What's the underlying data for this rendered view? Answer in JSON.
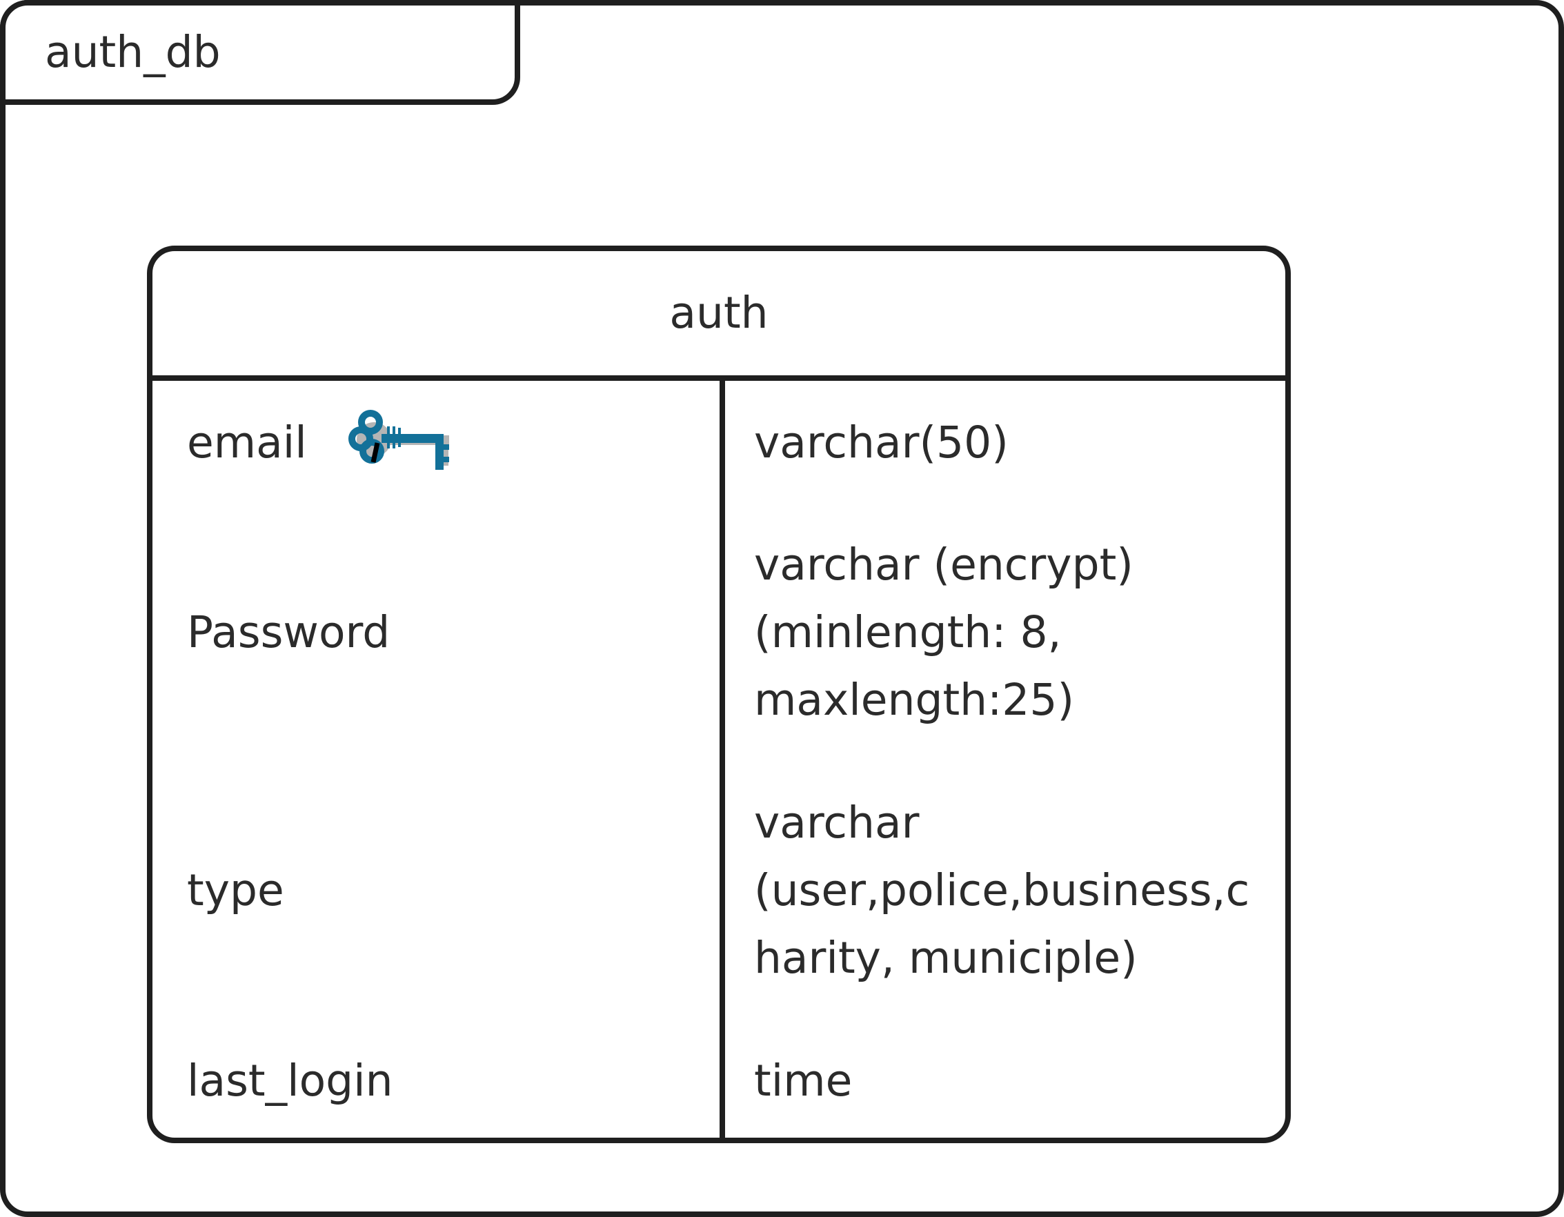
{
  "package": {
    "name": "auth_db"
  },
  "entity": {
    "name": "auth",
    "fields": [
      {
        "name": "email",
        "type_lines": [
          "varchar(50)"
        ],
        "primary_key": true,
        "key_icon": "key-icon"
      },
      {
        "name": "Password",
        "type_lines": [
          "varchar (encrypt)",
          "(minlength: 8,",
          "maxlength:25)"
        ]
      },
      {
        "name": "type",
        "type_lines": [
          "varchar",
          "(user,police,business,c",
          "harity, municiple)"
        ]
      },
      {
        "name": "last_login",
        "type_lines": [
          "time"
        ]
      }
    ]
  },
  "colors": {
    "border": "#1f1f1f",
    "text": "#2b2b2b",
    "key": "#137199",
    "key_shadow": "#b5b5b5"
  }
}
